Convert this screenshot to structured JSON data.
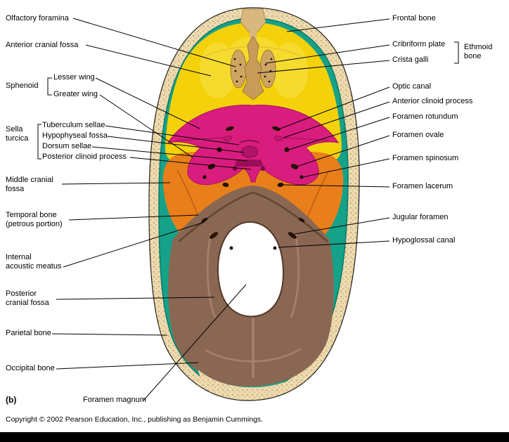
{
  "figure": {
    "panel_label": "(b)",
    "copyright": "Copyright © 2002 Pearson Education, Inc., publishing as Benjamin Cummings."
  },
  "colors": {
    "rim_bone": "#eddaae",
    "rim_teal": "#16a189",
    "frontal_yellow": "#f4d10a",
    "sphenoid_magenta": "#d91d7e",
    "middle_fossa_orange": "#e97f1a",
    "posterior_brown": "#8a6752",
    "ethmoid_tan": "#c89c58",
    "foramen_magnum_white": "#ffffff"
  },
  "labels": {
    "left": {
      "olfactory_foramina": "Olfactory foramina",
      "anterior_cranial_fossa": "Anterior cranial fossa",
      "sphenoid": "Sphenoid",
      "lesser_wing": "Lesser wing",
      "greater_wing": "Greater wing",
      "sella_turcica": "Sella\nturcica",
      "tuberculum_sellae": "Tuberculum sellae",
      "hypophyseal_fossa": "Hypophyseal fossa",
      "dorsum_sellae": "Dorsum sellae",
      "posterior_clinoid_process": "Posterior clinoid process",
      "middle_cranial_fossa": "Middle cranial\nfossa",
      "temporal_bone_petrous": "Temporal bone\n(petrous portion)",
      "internal_acoustic_meatus": "Internal\nacoustic meatus",
      "posterior_cranial_fossa": "Posterior\ncranial fossa",
      "parietal_bone": "Parietal bone",
      "occipital_bone": "Occipital bone",
      "foramen_magnum": "Foramen magnum"
    },
    "right": {
      "frontal_bone": "Frontal bone",
      "cribriform_plate": "Cribriform plate",
      "crista_galli": "Crista galli",
      "ethmoid_bone": "Ethmoid\nbone",
      "optic_canal": "Optic canal",
      "anterior_clinoid_process": "Anterior clinoid process",
      "foramen_rotundum": "Foramen rotundum",
      "foramen_ovale": "Foramen ovale",
      "foramen_spinosum": "Foramen spinosum",
      "foramen_lacerum": "Foramen lacerum",
      "jugular_foramen": "Jugular foramen",
      "hypoglossal_canal": "Hypoglossal canal"
    }
  }
}
